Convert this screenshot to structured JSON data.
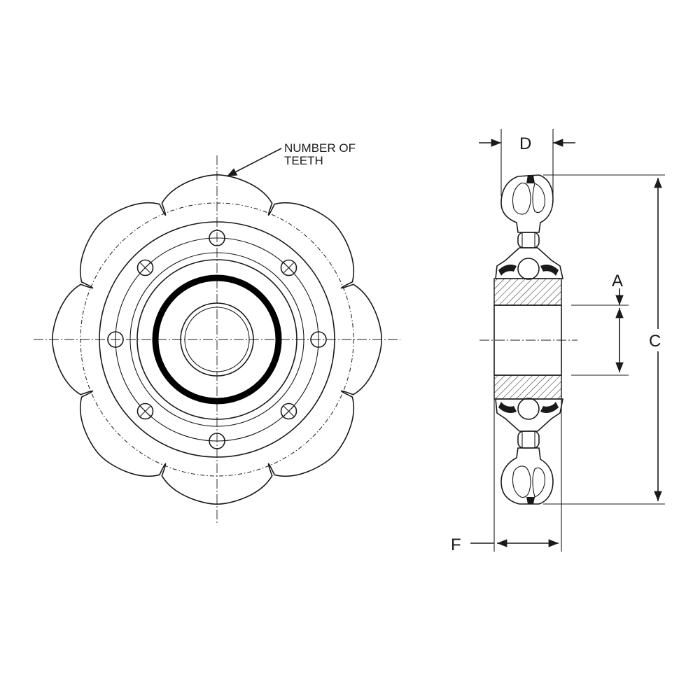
{
  "labels": {
    "teeth_line1": "NUMBER OF",
    "teeth_line2": "TEETH",
    "dim_d": "D",
    "dim_a": "A",
    "dim_c": "C",
    "dim_f": "F"
  },
  "sprocket": {
    "teeth_count": 8,
    "bolt_holes": 8
  },
  "colors": {
    "line": "#1a1a1a",
    "background": "#ffffff"
  }
}
